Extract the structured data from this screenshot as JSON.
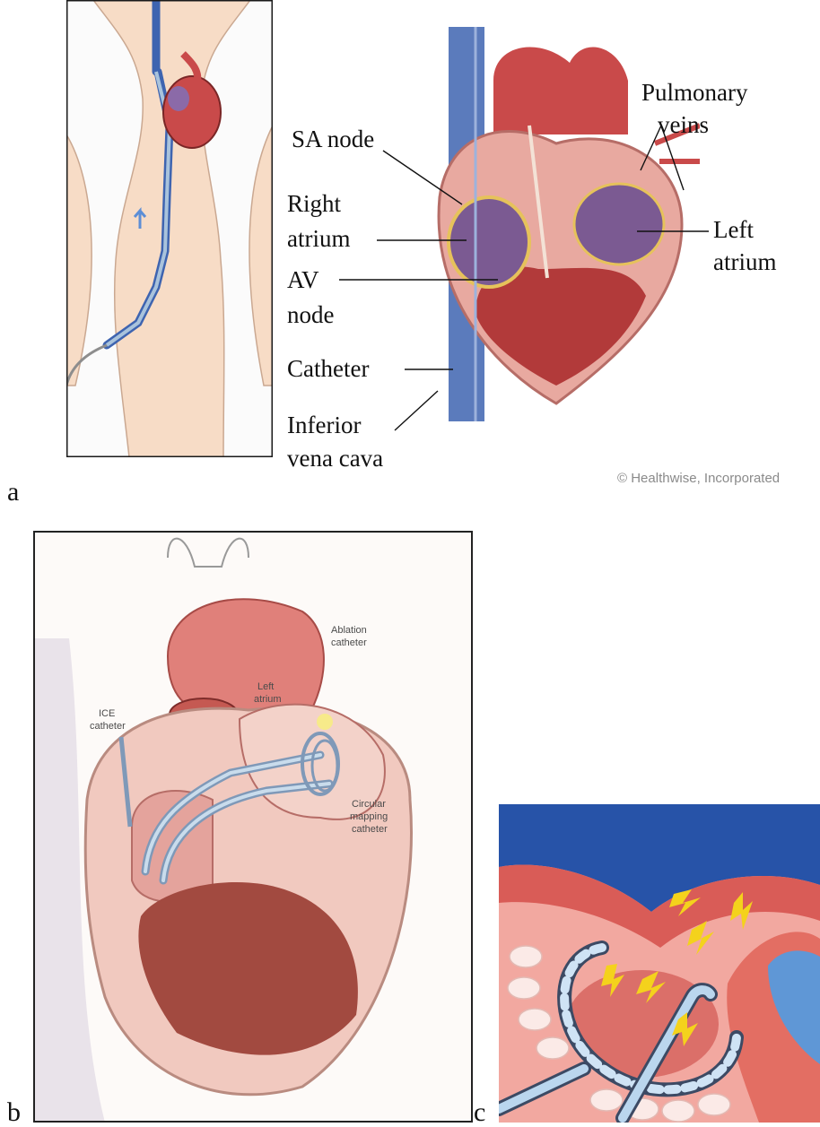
{
  "panels": {
    "a": {
      "letter": "a",
      "labels": {
        "sa_node": "SA node",
        "right_atrium_1": "Right",
        "right_atrium_2": "atrium",
        "av_node_1": "AV",
        "av_node_2": "node",
        "catheter": "Catheter",
        "ivc_1": "Inferior",
        "ivc_2": "vena cava",
        "pulm_1": "Pulmonary",
        "pulm_2": "veins",
        "left_atrium_1": "Left",
        "left_atrium_2": "atrium"
      },
      "credit": "© Healthwise, Incorporated"
    },
    "b": {
      "letter": "b",
      "labels": {
        "ablation_1": "Ablation",
        "ablation_2": "catheter",
        "ice_1": "ICE",
        "ice_2": "catheter",
        "left_atrium_1": "Left",
        "left_atrium_2": "atrium",
        "circular_1": "Circular",
        "circular_2": "mapping",
        "circular_3": "catheter"
      }
    },
    "c": {
      "letter": "c"
    }
  },
  "colors": {
    "heart_red": "#c94a4a",
    "heart_pink": "#e8a9a0",
    "vein_blue": "#3e64b0",
    "skin": "#f7dcc6",
    "catheter_blue": "#a9c3dc",
    "spark_yellow": "#f4d21c",
    "sky_blue": "#2753a8"
  }
}
